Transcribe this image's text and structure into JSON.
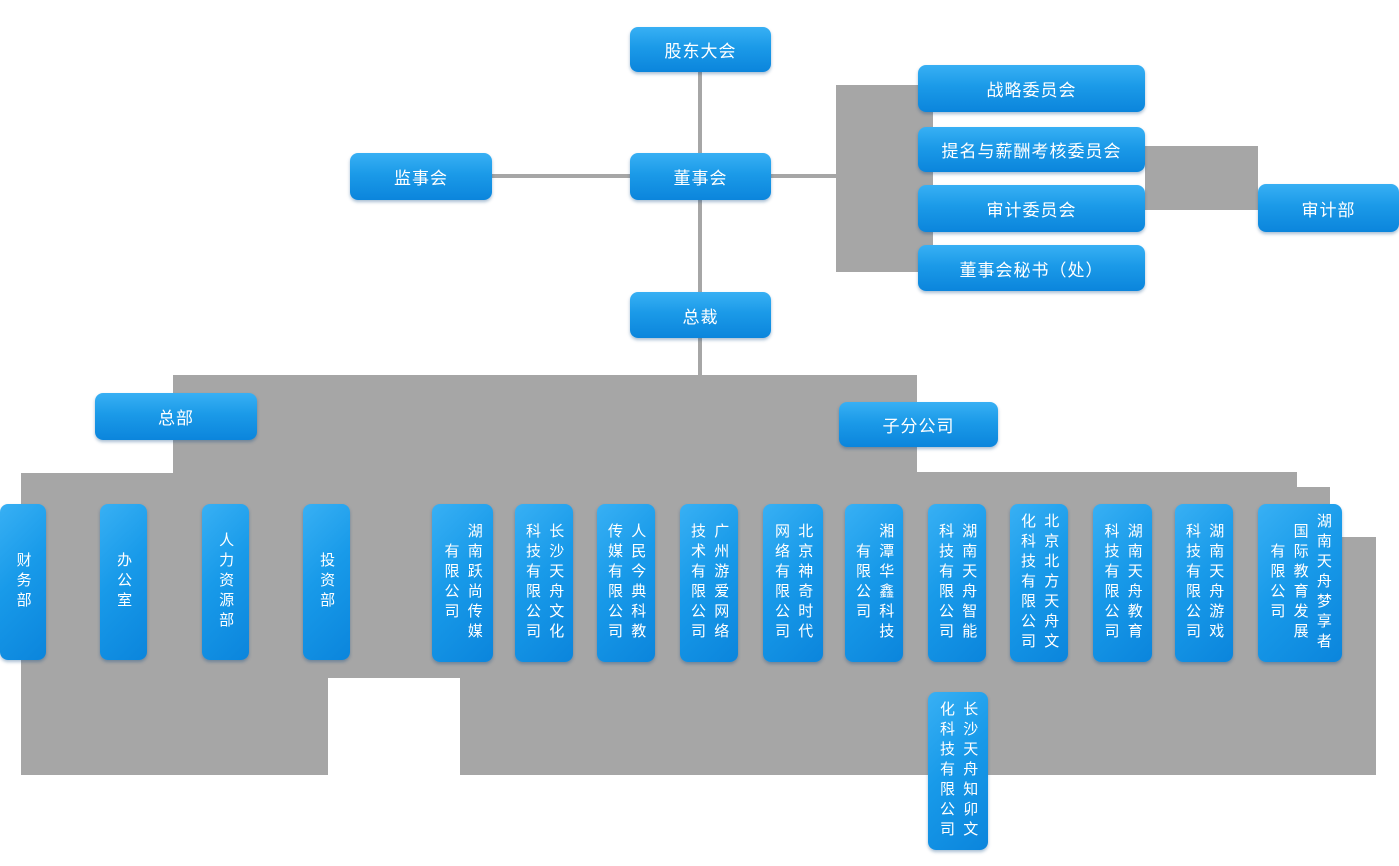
{
  "colors": {
    "node_gradient_top": "#38b0f4",
    "node_gradient_bottom": "#0b85dc",
    "connector_gray": "#a6a6a6",
    "text_white": "#ffffff"
  },
  "top_nodes": {
    "shareholders": "股东大会",
    "supervisory": "监事会",
    "board": "董事会",
    "president": "总裁"
  },
  "committees": [
    {
      "label": "战略委员会"
    },
    {
      "label": "提名与薪酬考核委员会"
    },
    {
      "label": "审计委员会"
    },
    {
      "label": "董事会秘书（处）"
    }
  ],
  "audit_dept": "审计部",
  "groups": {
    "hq": "总部",
    "subsidiaries": "子分公司"
  },
  "departments": [
    {
      "label": "财务部"
    },
    {
      "label": "办公室"
    },
    {
      "label": "人力资源部"
    },
    {
      "label": "投资部"
    }
  ],
  "companies": [
    {
      "label": "湖南跃尚传媒\n有限公司"
    },
    {
      "label": "长沙天舟文化\n科技有限公司"
    },
    {
      "label": "人民今典科教\n传媒有限公司"
    },
    {
      "label": "广州游爱网络\n技术有限公司"
    },
    {
      "label": "北京神奇时代\n网络有限公司"
    },
    {
      "label": "湘潭华鑫科技\n有限公司"
    },
    {
      "label": "湖南天舟智能\n科技有限公司"
    },
    {
      "label": "北京北方天舟文\n化科技有限公司"
    },
    {
      "label": "湖南天舟教育\n科技有限公司"
    },
    {
      "label": "湖南天舟游戏\n科技有限公司"
    },
    {
      "label": "湖南天舟梦享者\n国际教育发展\n有限公司"
    }
  ],
  "sub_company": {
    "label": "长沙天舟知卯文\n化科技有限公司"
  }
}
